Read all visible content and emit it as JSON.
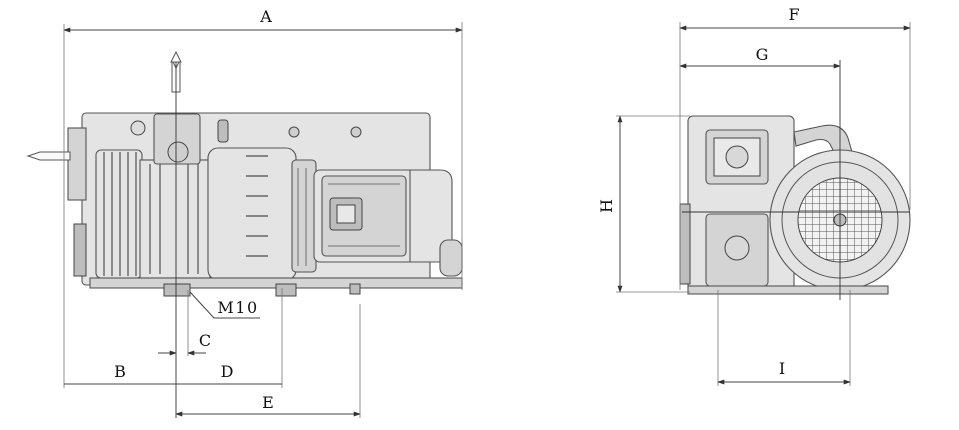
{
  "labels": {
    "a": "A",
    "b": "B",
    "c": "C",
    "d": "D",
    "e": "E",
    "f": "F",
    "g": "G",
    "h": "H",
    "i": "I",
    "m10": "M10"
  }
}
